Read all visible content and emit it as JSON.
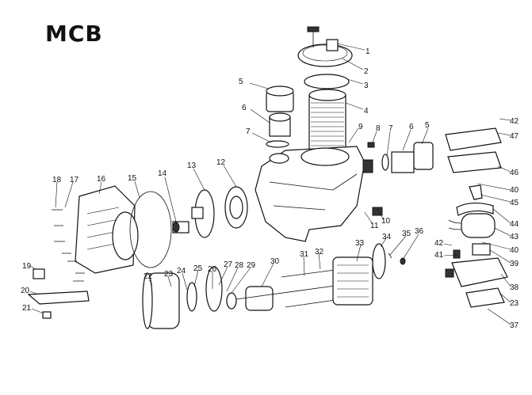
{
  "title": "MCB",
  "callouts": [
    "1",
    "2",
    "3",
    "4",
    "5",
    "6",
    "7",
    "9",
    "8",
    "7",
    "6",
    "5",
    "42",
    "47",
    "46",
    "40",
    "45",
    "44",
    "43",
    "40",
    "39",
    "38",
    "23",
    "37",
    "42",
    "41",
    "18",
    "17",
    "16",
    "15",
    "14",
    "13",
    "12",
    "11",
    "10",
    "36",
    "35",
    "34",
    "33",
    "32",
    "31",
    "30",
    "29",
    "28",
    "27",
    "26",
    "25",
    "24",
    "23",
    "22",
    "19",
    "20",
    "21"
  ]
}
